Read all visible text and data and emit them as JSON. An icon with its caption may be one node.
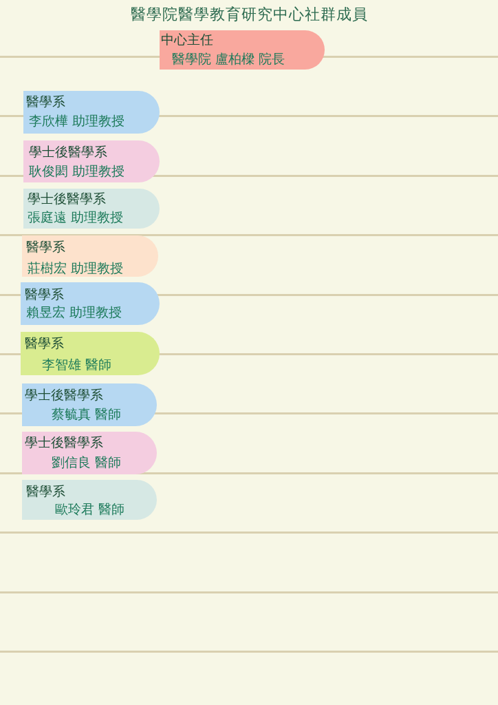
{
  "diagram": {
    "title": "醫學院醫學教育研究中心社群成員",
    "nodes": [
      {
        "text": [
          "中心主任",
          "醫學院 盧柏樑 院長"
        ]
      },
      {
        "text": [
          "醫學系",
          "李欣樺 助理教授"
        ]
      },
      {
        "text": [
          "學士後醫學系",
          "耿俊閎 助理教授"
        ]
      },
      {
        "text": [
          "學士後醫學系",
          "張庭遠 助理教授"
        ]
      },
      {
        "text": [
          "醫學系",
          "莊樹宏 助理教授"
        ]
      },
      {
        "text": [
          "醫學系",
          "賴昱宏 助理教授"
        ]
      },
      {
        "text": [
          "醫學系",
          "李智雄 醫師"
        ]
      },
      {
        "text": [
          "學士後醫學系",
          "蔡毓真 醫師"
        ]
      },
      {
        "text": [
          "學士後醫學系",
          "劉信良 醫師"
        ]
      },
      {
        "text": [
          "醫學系",
          "歐玲君 醫師"
        ]
      }
    ],
    "edges": []
  }
}
